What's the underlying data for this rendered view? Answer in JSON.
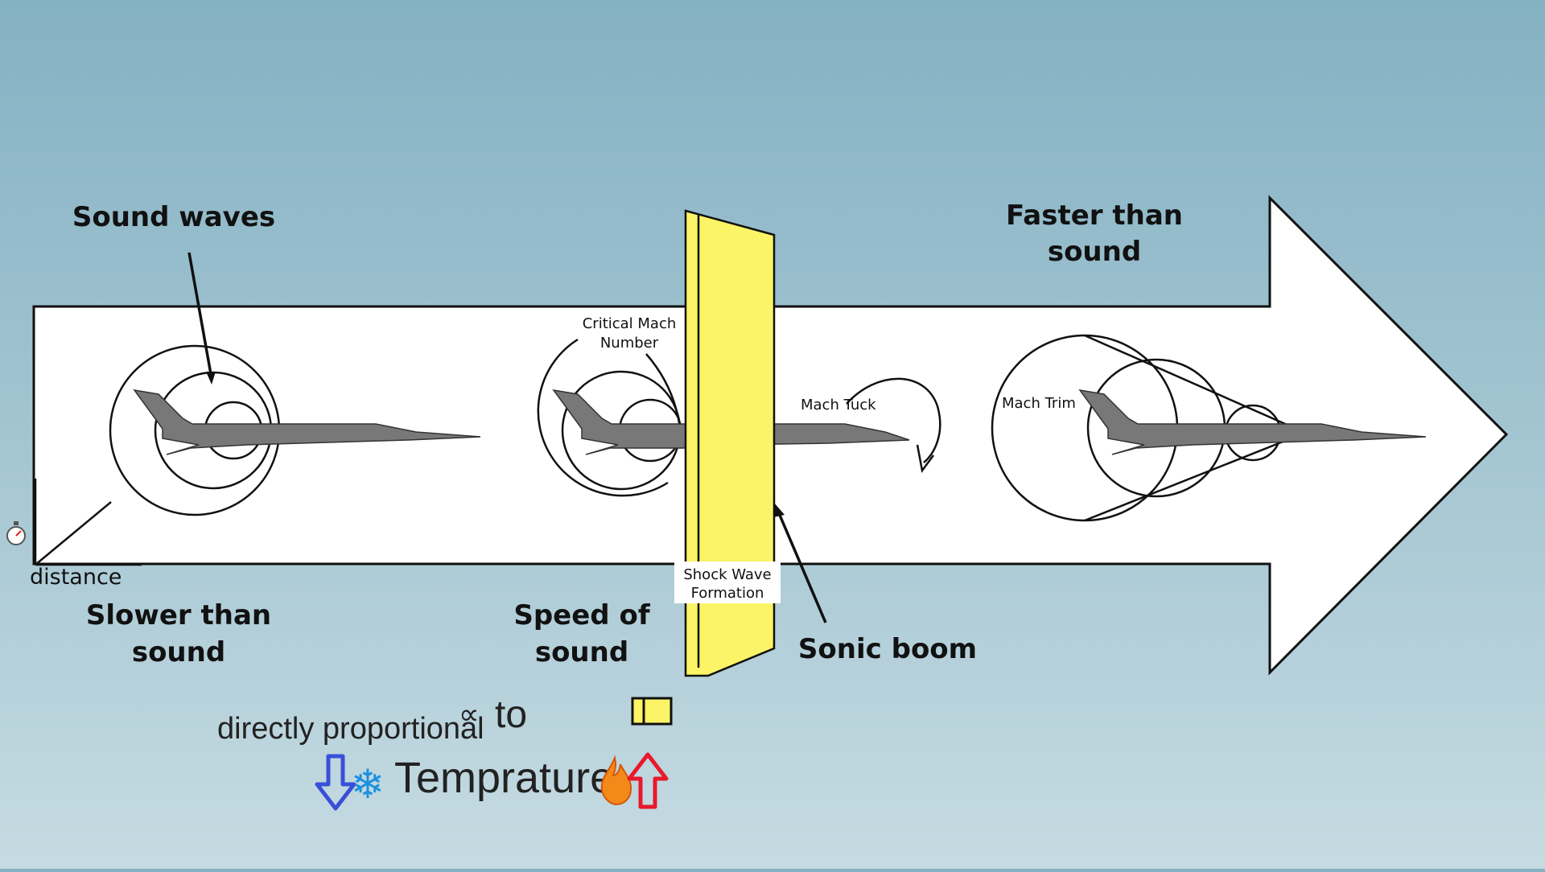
{
  "labels": {
    "sound_waves": "Sound waves",
    "faster_line1": "Faster than",
    "faster_line2": "sound",
    "slower_line1": "Slower than",
    "slower_line2": "sound",
    "speed_line1": "Speed of",
    "speed_line2": "sound",
    "sonic_boom": "Sonic boom",
    "critical_line1": "Critical Mach",
    "critical_line2": "Number",
    "mach_tuck": "Mach Tuck",
    "mach_trim": "Mach Trim",
    "shock_line1": "Shock Wave",
    "shock_line2": "Formation",
    "distance": "distance",
    "directly_proportional": "directly proportional",
    "proportional_symbol": "∝",
    "to": "to",
    "temperature": "Temprature"
  },
  "icons": {
    "stopwatch": "⏱",
    "snowflake": "❄",
    "flame": "🔥",
    "arrow_down": "down-arrow-icon",
    "arrow_up": "up-arrow-icon"
  },
  "colors": {
    "shock_wave": "#fbf467",
    "arrow_fill": "#ffffff",
    "plane": "#787878",
    "cold_arrow": "#3a4fd8",
    "hot_arrow": "#e8192c",
    "snowflake": "#1a90e0",
    "flame": "#f28a1a"
  }
}
